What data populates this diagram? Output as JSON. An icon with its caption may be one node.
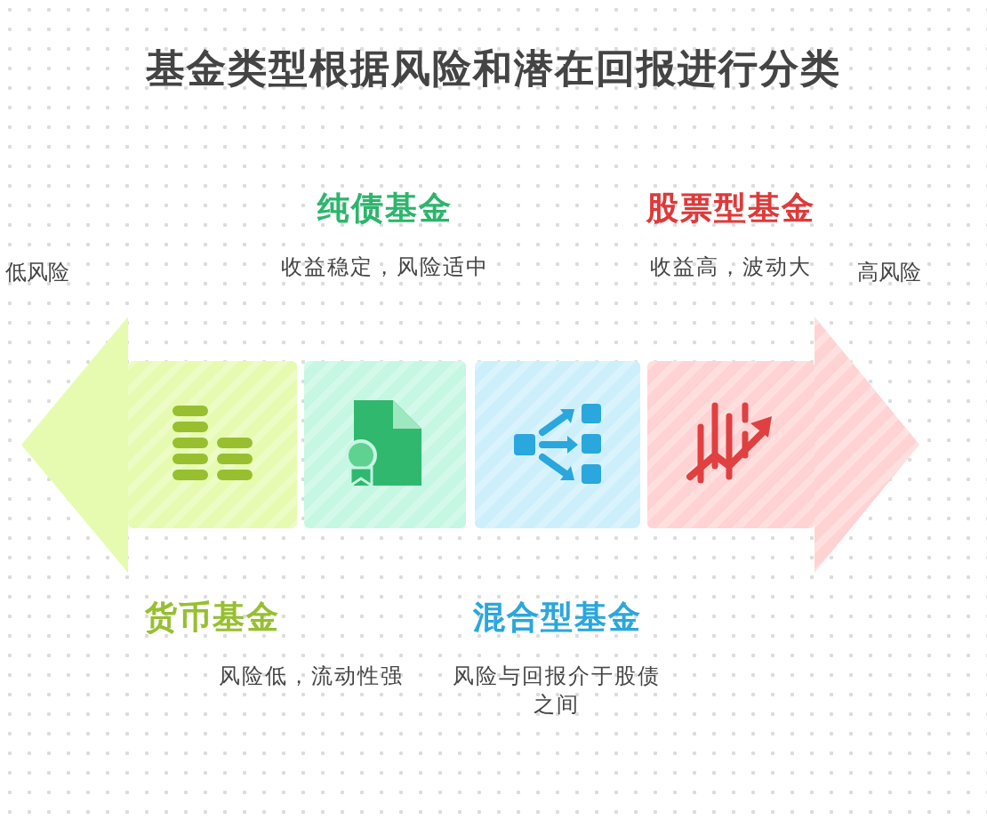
{
  "diagram": {
    "title": "基金类型根据风险和潜在回报进行分类",
    "nodes": [
      {
        "text": [
          "货币基金"
        ]
      },
      {
        "text": [
          "纯债基金"
        ],
        "beside": [
          "收益稳定，风险适中"
        ]
      },
      {
        "text": [
          "混合型基金"
        ]
      },
      {
        "text": [
          "股票型基金"
        ],
        "beside": [
          "收益高，波动大"
        ]
      }
    ],
    "labels": [
      "低风险",
      "高风险",
      "风险低，流动性强",
      "风险与回报介于股债之间"
    ]
  }
}
